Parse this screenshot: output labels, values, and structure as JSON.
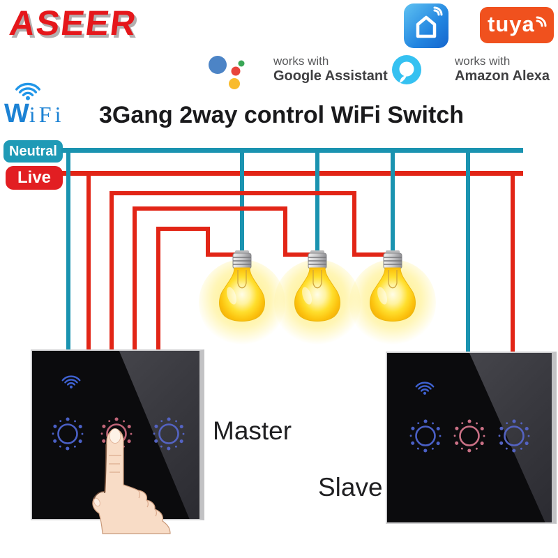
{
  "header": {
    "brand_logo": "ASEER",
    "title": "3Gang 2way control WiFi Switch",
    "wifi_logo": {
      "w": "W",
      "ifi": "iFi"
    },
    "google_badge": {
      "works_with": "works with",
      "name": "Google Assistant"
    },
    "alexa_badge": {
      "works_with": "works with",
      "name": "Amazon Alexa"
    },
    "apps": {
      "tuya_logo_text": "tuya",
      "smart_life_icon": "smart-life-home-app"
    }
  },
  "wire_legend": {
    "neutral_label": "Neutral",
    "live_label": "Live"
  },
  "switch_labels": {
    "master": "Master",
    "slave": "Slave"
  },
  "icons": {
    "wifi_signal": "wifi-signal-arcs",
    "light_bulb": "glowing-incandescent-bulb",
    "touch_button": "dotted-ring-touch-button",
    "hand": "finger-pressing-hand"
  },
  "colors": {
    "neutral_wire": "#1a93b0",
    "live_wire": "#e22516",
    "brand_red": "#e5171b",
    "tuya_orange": "#f0511e",
    "alexa_blue": "#35c1f1",
    "wifi_blue": "#1c82d4",
    "panel_black": "#0b0b0d",
    "button_blue": "#4a60c6",
    "button_pink": "#c06578"
  }
}
